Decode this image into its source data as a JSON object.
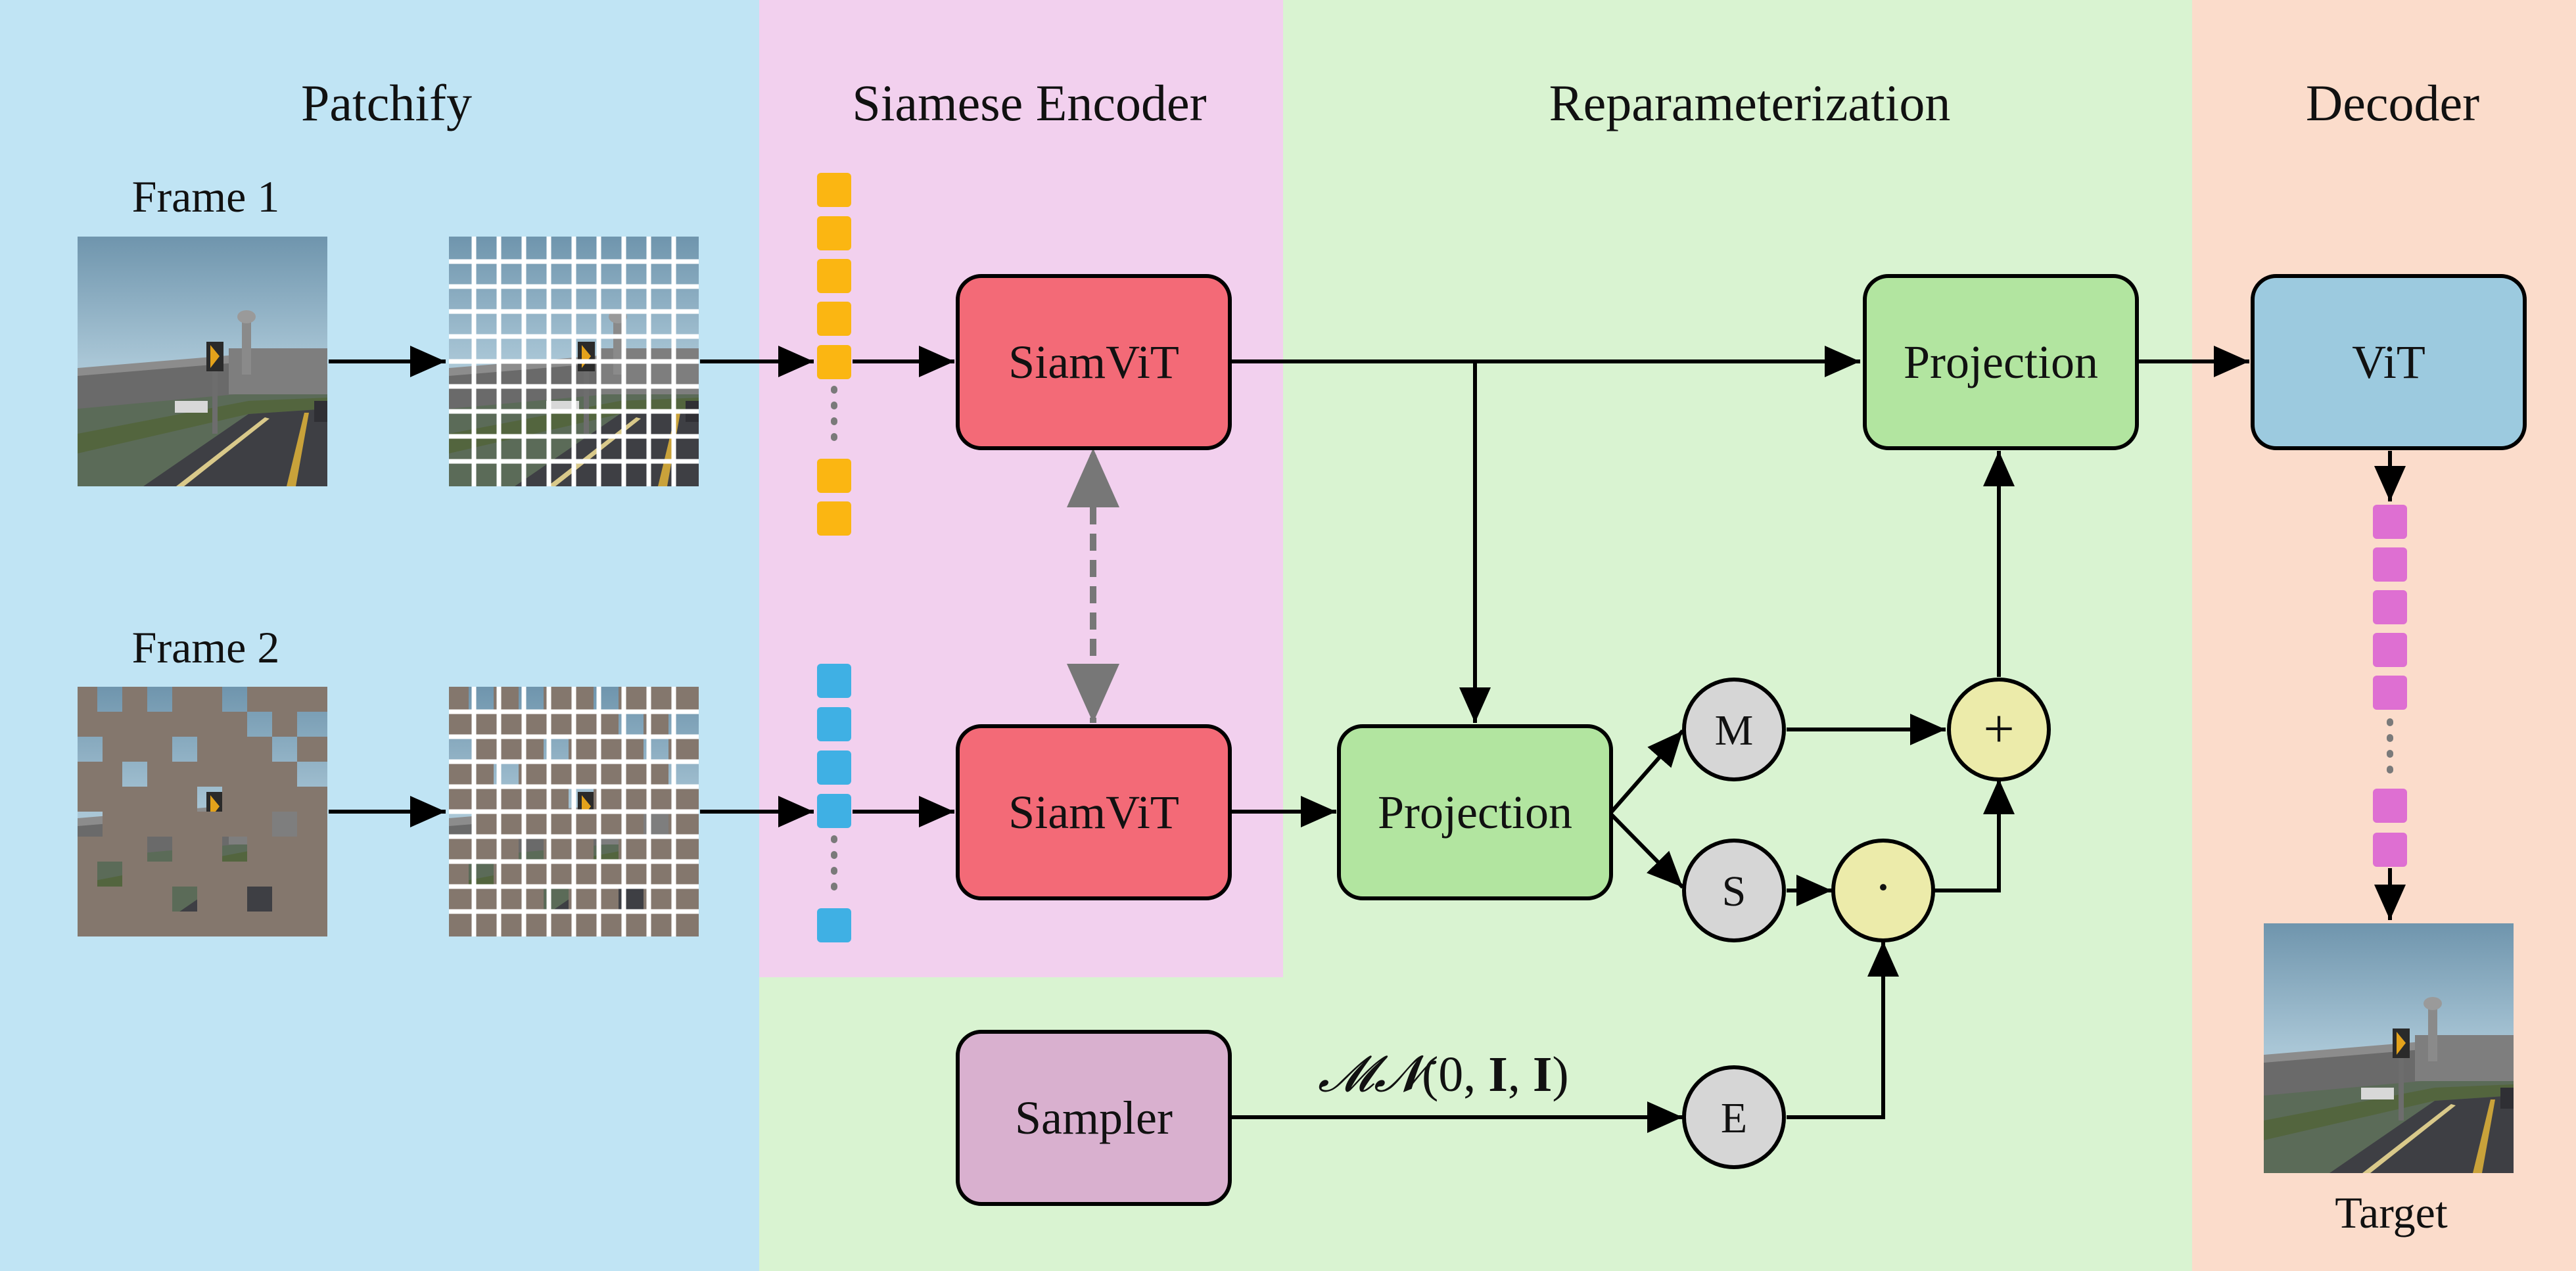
{
  "sections": {
    "patchify": "Patchify",
    "encoder": "Siamese Encoder",
    "reparam": "Reparameterization",
    "decoder": "Decoder"
  },
  "labels": {
    "frame1": "Frame 1",
    "frame2": "Frame 2",
    "target": "Target"
  },
  "blocks": {
    "siamvit_top": "SiamViT",
    "siamvit_bottom": "SiamViT",
    "projection_top": "Projection",
    "projection_mid": "Projection",
    "vit": "ViT",
    "sampler": "Sampler"
  },
  "ops": {
    "mean": "M",
    "std": "S",
    "eps": "E",
    "add": "+",
    "mul": "·"
  },
  "formula": {
    "prefix": "𝓜𝓝",
    "open": "(0, ",
    "i1": "I",
    "sep": ", ",
    "i2": "I",
    "close": ")"
  },
  "colors": {
    "patchify_bg": "#c0e4f4",
    "encoder_bg": "#f2d0ee",
    "reparam_bg": "#d9f3d1",
    "decoder_bg": "#fbdccb",
    "siamvit": "#f36a77",
    "projection": "#b2e5a0",
    "vit": "#9ccadf",
    "sampler": "#d9b0cf",
    "op_gray": "#d6d6d6",
    "op_yellow": "#ecebaa",
    "token_orange": "#fbb612",
    "token_blue": "#3fb0e4",
    "token_pink": "#de6fd2"
  }
}
